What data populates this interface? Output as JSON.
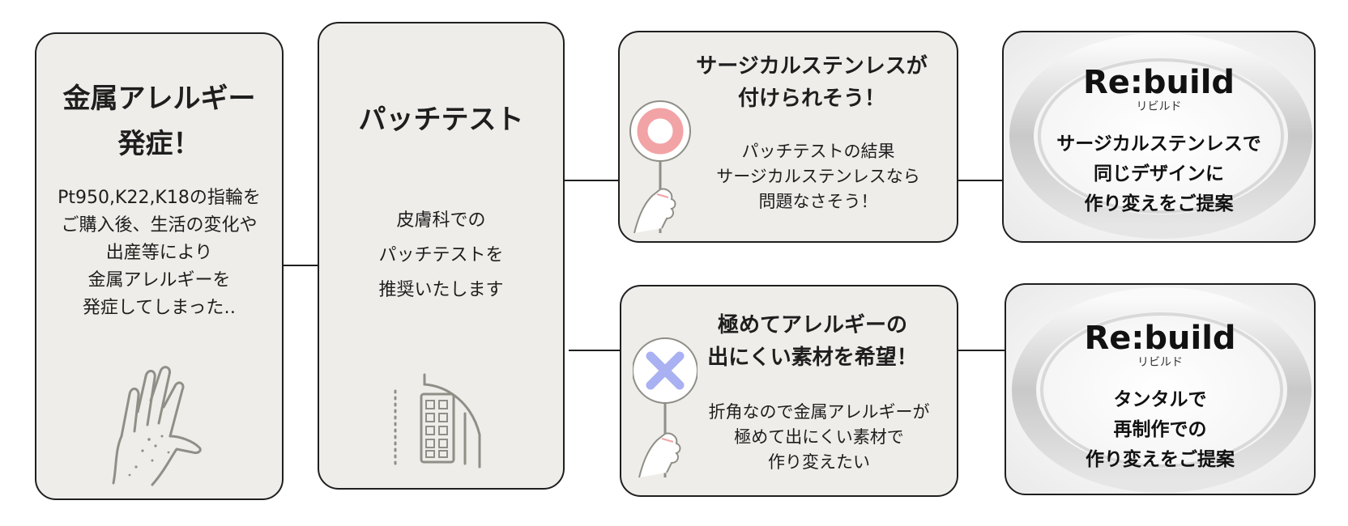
{
  "step1": {
    "title": [
      "金属アレルギー",
      "発症！"
    ],
    "body": [
      "Pt950,K22,K18の指輪を",
      "ご購入後、生活の変化や",
      "出産等により",
      "金属アレルギーを",
      "発症してしまった‥"
    ],
    "icon": "hand-rash-icon"
  },
  "step2": {
    "title": "パッチテスト",
    "body": [
      "皮膚科での",
      "パッチテストを",
      "推奨いたします"
    ],
    "icon": "hospital-building-icon"
  },
  "option_ok": {
    "title": [
      "サージカルステンレスが",
      "付けられそう！"
    ],
    "body": [
      "パッチテストの結果",
      "サージカルステンレスなら",
      "問題なさそう！"
    ],
    "icon": "circle-sign-icon",
    "icon_color": "#f2a3a6"
  },
  "option_ng": {
    "title": [
      "極めてアレルギーの",
      "出にくい素材を希望！"
    ],
    "body": [
      "折角なので金属アレルギーが",
      "極めて出にくい素材で",
      "作り変えたい"
    ],
    "icon": "cross-sign-icon",
    "icon_color": "#a9b1f2"
  },
  "result_ok": {
    "brand": "Re:build",
    "brand_kana": "リビルド",
    "body": [
      "サージカルステンレスで",
      "同じデザインに",
      "作り変えをご提案"
    ],
    "icon": "ring-icon"
  },
  "result_ng": {
    "brand": "Re:build",
    "brand_kana": "リビルド",
    "body": [
      "タンタルで",
      "再制作での",
      "作り変えをご提案"
    ],
    "icon": "ring-icon"
  }
}
